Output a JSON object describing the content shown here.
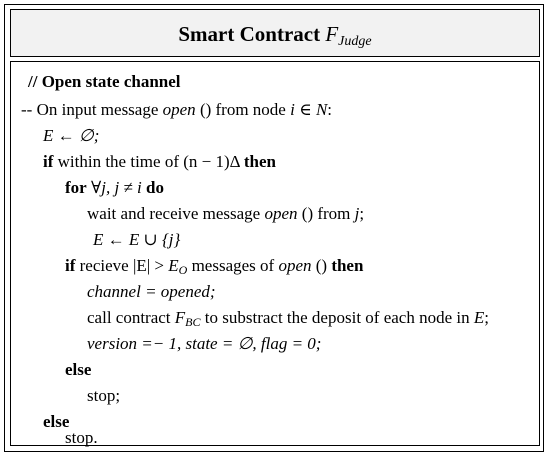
{
  "box": {
    "title_text": "Smart Contract",
    "title_symbol": "F",
    "title_subscript": "Judge"
  },
  "algorithm": {
    "comment": "// Open state channel",
    "lines": {
      "l1": {
        "prefix": "-- On input message ",
        "fn": "open",
        "parens": " () from node  ",
        "node": "i",
        "rest": " ∈ ",
        "set": "N",
        "end": ":"
      },
      "l2": {
        "text": "E ← ∅;"
      },
      "l3": {
        "kw": "if",
        "text": " within the time of (n − 1)Δ ",
        "kw2": "then"
      },
      "l4": {
        "kw": "for",
        "text": " ∀j, j ≠ i ",
        "kw2": "do"
      },
      "l5": {
        "prefix": "wait and receive message ",
        "fn": "open",
        "rest": " () from ",
        "node": "j",
        "end": ";"
      },
      "l6": {
        "text": "E ← E ∪ {j}"
      },
      "l7": {
        "kw": "if",
        "prefix": " recieve |E| > ",
        "sym": "E",
        "sub": "O",
        "mid": " messages of ",
        "fn": "open",
        "rest": " () ",
        "kw2": "then"
      },
      "l8": {
        "text": "channel = opened;"
      },
      "l9": {
        "prefix": "call contract ",
        "sym": "F",
        "sub": "BC",
        "rest": " to substract the deposit of each node in ",
        "set": "E",
        "end": ";"
      },
      "l10": {
        "text": "version =− 1, state = ∅, flag = 0;"
      },
      "l11": {
        "kw": "else"
      },
      "l12": {
        "text": "stop;"
      },
      "l13": {
        "kw": "else"
      },
      "l14": {
        "text": "stop."
      }
    }
  }
}
